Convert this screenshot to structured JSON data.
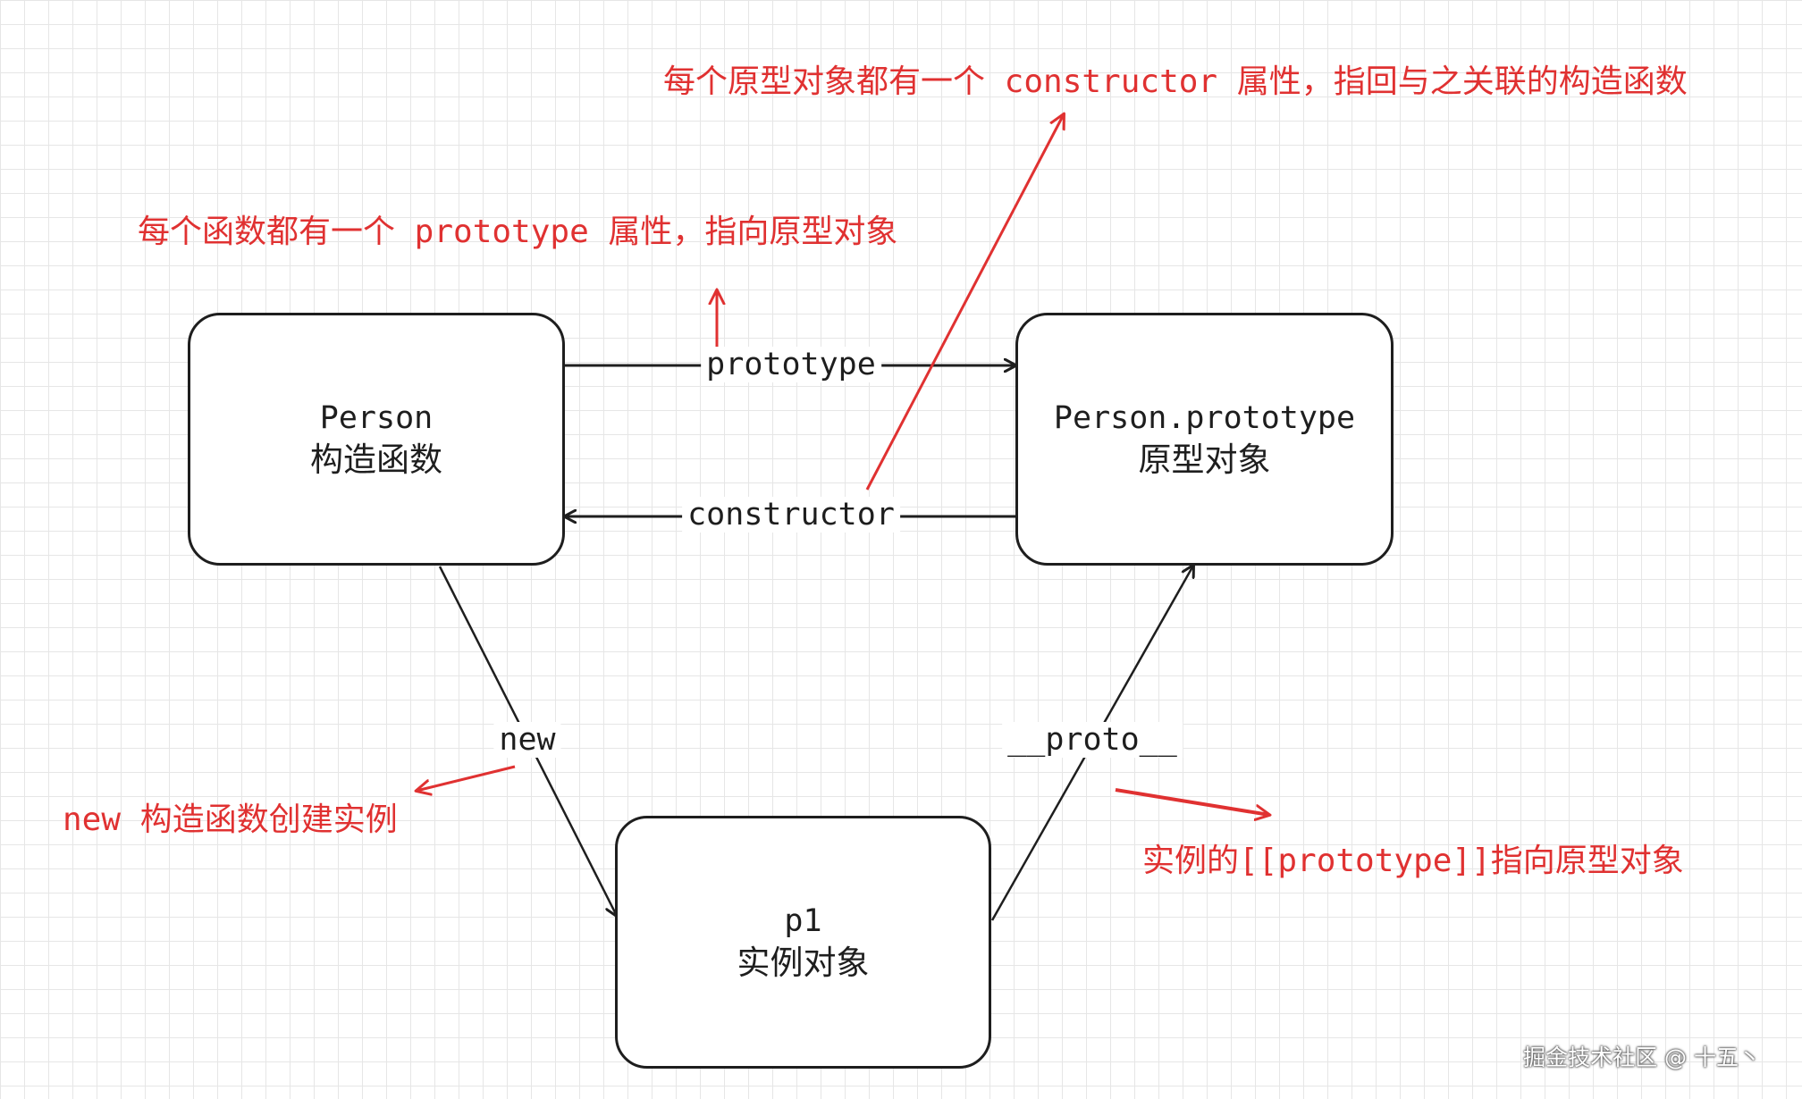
{
  "nodes": {
    "constructor_fn": {
      "title": "Person",
      "subtitle": "构造函数"
    },
    "prototype_obj": {
      "title": "Person.prototype",
      "subtitle": "原型对象"
    },
    "instance": {
      "title": "p1",
      "subtitle": "实例对象"
    }
  },
  "edges": {
    "prototype": "prototype",
    "constructor": "constructor",
    "new": "new",
    "proto": "__proto__"
  },
  "notes": {
    "constructor_note": "每个原型对象都有一个 constructor 属性，指回与之关联的构造函数",
    "prototype_note": "每个函数都有一个 prototype 属性，指向原型对象",
    "new_note": "new 构造函数创建实例",
    "proto_note": "实例的[[prototype]]指向原型对象"
  },
  "watermark": "掘金技术社区 @ 十五丶",
  "colors": {
    "stroke": "#1e1e1e",
    "annotation": "#e03131",
    "grid": "#e6e6e6"
  }
}
